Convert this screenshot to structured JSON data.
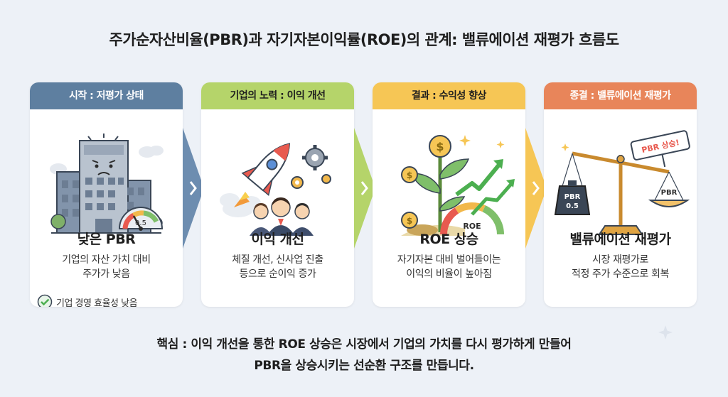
{
  "title": "주가순자산비율(PBR)과 자기자본이익률(ROE)의 관계: 밸류에이션 재평가 흐름도",
  "steps": [
    {
      "header": "시작 : 저평가 상태",
      "header_color": "#5e7fa0",
      "heading": "낮은 PBR",
      "desc_line1": "기업의 자산 가치 대비",
      "desc_line2": "주가가 낮음",
      "note": "기업 경영 효율성 낮음",
      "gauge_label": "0.5"
    },
    {
      "header": "기업의 노력 : 이익 개선",
      "header_color": "#b5d46a",
      "heading": "이익 개선",
      "desc_line1": "체질 개선, 신사업 진출",
      "desc_line2": "등으로 순이익 증가"
    },
    {
      "header": "결과 : 수익성 향상",
      "header_color": "#f6c655",
      "heading": "ROE 상승",
      "desc_line1": "자기자본 대비 벌어들이는",
      "desc_line2": "이익의 비율이 높아짐",
      "gauge_label": "ROE"
    },
    {
      "header": "종결 : 밸류에이션 재평가",
      "header_color": "#e8855a",
      "heading": "밸류에이션 재평가",
      "desc_line1": "시장 재평가로",
      "desc_line2": "적정 주가 수준으로 회복",
      "sign": "PBR 상승!",
      "weight_line1": "PBR",
      "weight_line2": "0.5",
      "pan_label": "PBR"
    }
  ],
  "summary_line1": "핵심 : 이익 개선을 통한 ROE 상승은 시장에서 기업의 가치를 다시 평가하게 만들어",
  "summary_line2": "PBR을 상승시키는 선순환 구조를 만듭니다.",
  "colors": {
    "arrow1": "#6d8db0",
    "arrow2": "#b5d46a",
    "arrow3": "#f6c655",
    "check": "#4caf50"
  }
}
